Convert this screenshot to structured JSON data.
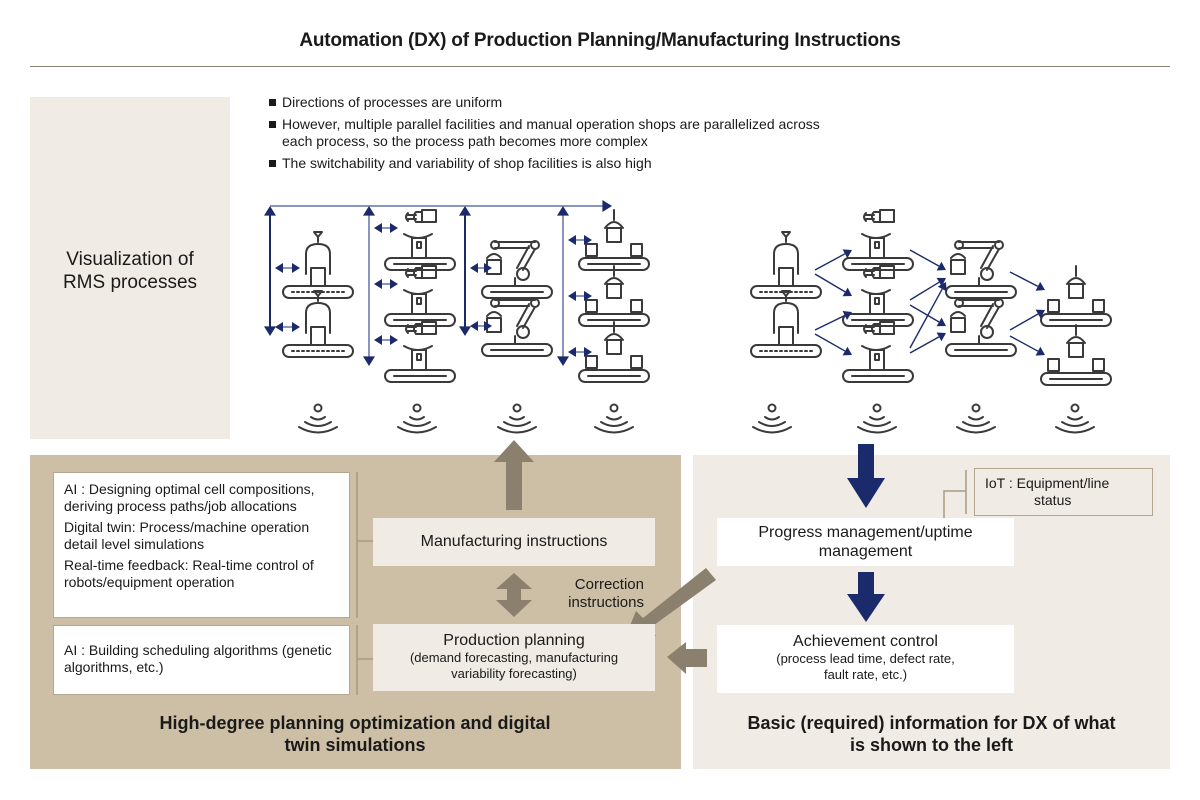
{
  "title": "Automation (DX) of Production Planning/Manufacturing Instructions",
  "visualization": {
    "label_line1": "Visualization of",
    "label_line2": "RMS processes"
  },
  "bullets": [
    "Directions of processes are uniform",
    "However, multiple parallel facilities and manual operation shops are parallelized across each process, so the process path becomes more complex",
    "The switchability and variability of shop facilities is also high"
  ],
  "left_flow": {
    "stages": [
      {
        "machine": "press-machine",
        "count": 2
      },
      {
        "machine": "gripper-robot",
        "count": 3
      },
      {
        "machine": "robot-arm",
        "count": 2
      },
      {
        "machine": "packaging-machine",
        "count": 3
      }
    ],
    "sensor_count": 4
  },
  "right_flow": {
    "stages": [
      {
        "machine": "press-machine",
        "count": 2
      },
      {
        "machine": "gripper-robot",
        "count": 3
      },
      {
        "machine": "robot-arm",
        "count": 2
      },
      {
        "machine": "packaging-machine",
        "count": 2
      }
    ],
    "sensor_count": 4
  },
  "left_panel": {
    "ai_box1_items": [
      "AI : Designing optimal cell compositions, deriving process paths/job allocations",
      "Digital twin: Process/machine operation detail level simulations",
      "Real-time feedback: Real-time control of robots/equipment operation"
    ],
    "ai_box2_items": [
      "AI : Building scheduling algorithms (genetic algorithms, etc.)"
    ],
    "manufacturing_instructions": "Manufacturing instructions",
    "correction_line1": "Correction",
    "correction_line2": "instructions",
    "production_planning_title": "Production planning",
    "production_planning_sub1": "(demand forecasting, manufacturing",
    "production_planning_sub2": "variability forecasting)",
    "caption_line1": "High-degree planning optimization and digital",
    "caption_line2": "twin simulations"
  },
  "right_panel": {
    "progress_line1": "Progress management/uptime",
    "progress_line2": "management",
    "iot_line1": "IoT : Equipment/line",
    "iot_line2": "status",
    "achievement_title": "Achievement control",
    "achievement_sub1": "(process lead time, defect rate,",
    "achievement_sub2": "fault rate, etc.)",
    "caption_line1": "Basic (required) information for DX of what",
    "caption_line2": "is shown to the left"
  },
  "colors": {
    "navy_arrow": "#1b2a6b",
    "light_line": "#8a95c0",
    "icon_stroke": "#3a3a3a",
    "tan_arrow": "#8b7f6e",
    "panel_tan": "#cdbfa6",
    "panel_cream": "#f0ebe4"
  }
}
